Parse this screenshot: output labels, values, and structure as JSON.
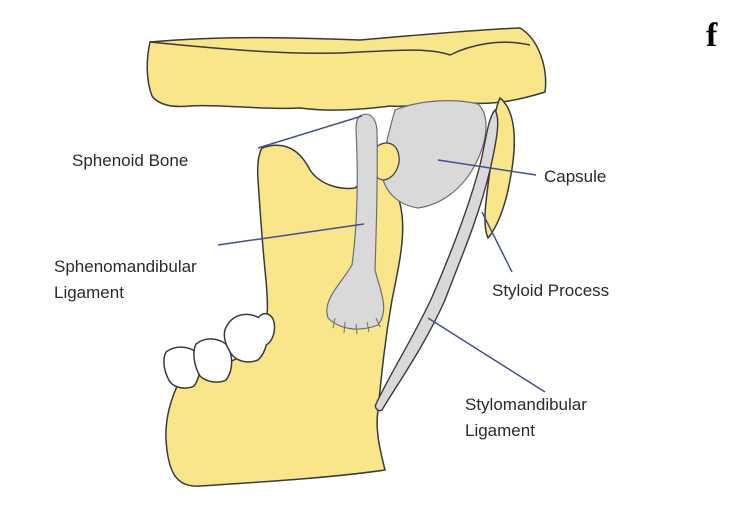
{
  "figure": {
    "panel_letter": "f",
    "colors": {
      "bone": "#F9E58A",
      "bone_outline": "#3A3A3A",
      "ligament": "#D9D9D9",
      "ligament_outline": "#6E6E6E",
      "leader_line": "#44508C",
      "teeth": "#FFFFFF",
      "text": "#2A2A2A"
    }
  },
  "labels": {
    "sphenoid_bone": "Sphenoid Bone",
    "capsule": "Capsule",
    "sphenomandibular_line1": "Sphenomandibular",
    "sphenomandibular_line2": "Ligament",
    "styloid_process": "Styloid Process",
    "stylomandibular_line1": "Stylomandibular",
    "stylomandibular_line2": "Ligament"
  }
}
